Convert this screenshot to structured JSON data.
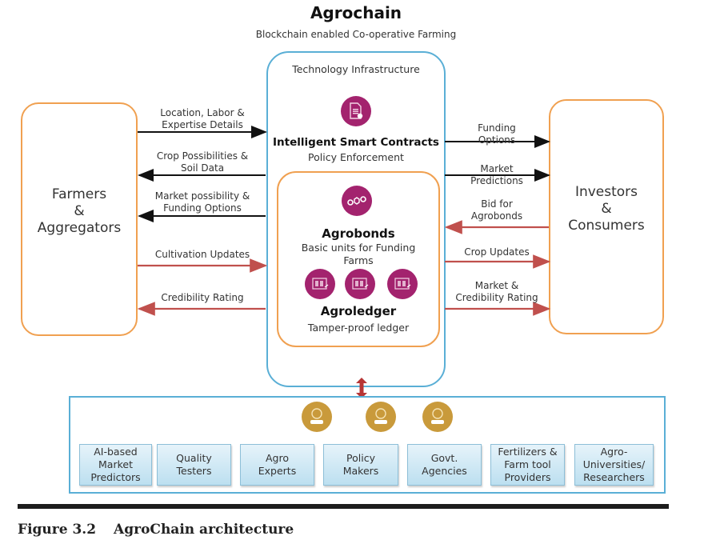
{
  "header": {
    "title": "Agrochain",
    "subtitle": "Blockchain enabled Co-operative Farming"
  },
  "left_party": {
    "label": "Farmers\n&\nAggregators"
  },
  "right_party": {
    "label": "Investors\n&\nConsumers"
  },
  "center": {
    "section_title": "Technology Infrastructure",
    "contracts": {
      "icon": "certificate-document-icon",
      "title": "Intelligent Smart Contracts",
      "subtitle": "Policy Enforcement"
    },
    "agrobonds": {
      "icon": "chain-links-icon",
      "title": "Agrobonds",
      "subtitle": "Basic units for Funding\nFarms"
    },
    "agroledger": {
      "icons": [
        "ledger-book-icon",
        "ledger-book-icon",
        "ledger-book-icon"
      ],
      "title": "Agroledger",
      "subtitle": "Tamper-proof ledger"
    }
  },
  "left_flows": [
    {
      "label": "Location, Labor &\nExpertise Details",
      "direction": "right",
      "color": "#111111"
    },
    {
      "label": "Crop Possibilities &\nSoil Data",
      "direction": "left",
      "color": "#111111"
    },
    {
      "label": "Market possibility &\nFunding Options",
      "direction": "left",
      "color": "#111111"
    },
    {
      "label": "Cultivation Updates",
      "direction": "right",
      "color": "#c0504d"
    },
    {
      "label": "Credibility Rating",
      "direction": "left",
      "color": "#c0504d"
    }
  ],
  "right_flows": [
    {
      "label": "Funding\nOptions",
      "direction": "right",
      "color": "#111111"
    },
    {
      "label": "Market\nPredictions",
      "direction": "right",
      "color": "#111111"
    },
    {
      "label": "Bid for\nAgrobonds",
      "direction": "left",
      "color": "#c0504d"
    },
    {
      "label": "Crop Updates",
      "direction": "right",
      "color": "#c0504d"
    },
    {
      "label": "Market &\nCredibility Rating",
      "direction": "right",
      "color": "#c0504d"
    }
  ],
  "stakeholders": {
    "person_icons": [
      "person-icon",
      "person-icon",
      "person-icon"
    ],
    "items": [
      "AI-based\nMarket\nPredictors",
      "Quality\nTesters",
      "Agro\nExperts",
      "Policy\nMakers",
      "Govt.\nAgencies",
      "Fertilizers &\nFarm tool\nProviders",
      "Agro-\nUniversities/\nResearchers"
    ]
  },
  "colors": {
    "orange": "#f0a050",
    "blue": "#5aafd6",
    "magenta": "#a3236e",
    "gold": "#c99a3b",
    "red_arrow": "#c0504d",
    "black_arrow": "#111111"
  },
  "caption": {
    "number": "Figure 3.2",
    "text": "AgroChain architecture"
  }
}
